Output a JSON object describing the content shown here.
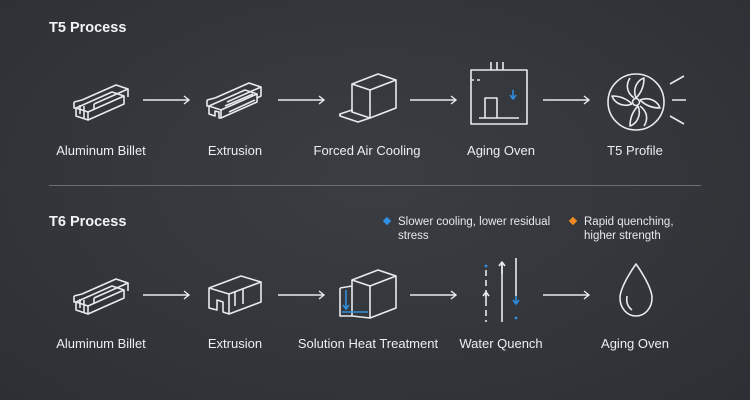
{
  "t5": {
    "title": "T5 Process",
    "steps": [
      "Aluminum Billet",
      "Extrusion",
      "Forced Air Cooling",
      "Aging Oven",
      "T5 Profile"
    ]
  },
  "t6": {
    "title": "T6 Process",
    "steps": [
      "Aluminum Billet",
      "Extrusion",
      "Solution Heat Treatment",
      "Water Quench",
      "Aging Oven"
    ],
    "notes": [
      {
        "line1": "Slower cooling, lower residual",
        "line2": "stress",
        "color": "#2f8fe0"
      },
      {
        "line1": "Rapid quenching,",
        "line2": "higher strength",
        "color": "#f08a24"
      }
    ]
  },
  "colors": {
    "stroke": "#e8eaed",
    "accent_blue": "#2f8fe0",
    "accent_orange": "#f08a24"
  },
  "icons": {
    "t5": [
      "billet-icon",
      "extrusion-icon",
      "air-cooling-icon",
      "aging-oven-icon",
      "fan-icon"
    ],
    "t6": [
      "billet-icon",
      "extrusion-icon",
      "heat-treatment-icon",
      "water-quench-icon",
      "water-drop-icon"
    ]
  }
}
